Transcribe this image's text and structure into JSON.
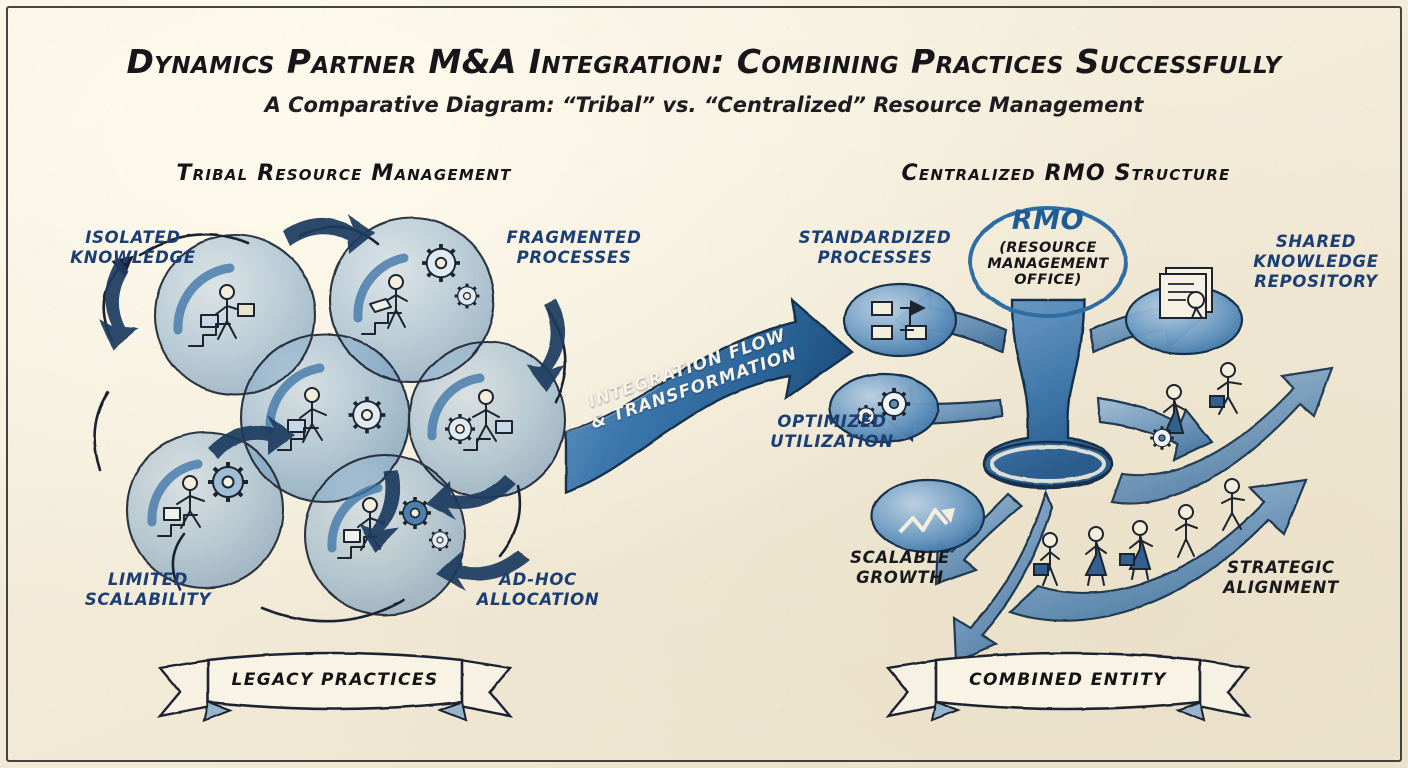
{
  "page": {
    "bg_color": "#f3ecdb",
    "ink_color": "#1b2430",
    "blue_accent": "#2a6aa5",
    "label_blue": "#1b3f74",
    "title": "Dynamics Partner M&A Integration: Combining Practices Successfully",
    "subtitle": "A Comparative Diagram: “Tribal” vs. “Centralized” Resource Management"
  },
  "left_panel": {
    "heading": "Tribal Resource Management",
    "labels": [
      {
        "id": "isolated-knowledge",
        "text": "ISOLATED\nKNOWLEDGE",
        "color": "#1b3f74"
      },
      {
        "id": "fragmented-processes",
        "text": "FRAGMENTED\nPROCESSES",
        "color": "#1b3f74"
      },
      {
        "id": "limited-scalability",
        "text": "LIMITED\nSCALABILITY",
        "color": "#1b3f74"
      },
      {
        "id": "ad-hoc-allocation",
        "text": "AD-HOC\nALLOCATION",
        "color": "#1b3f74"
      }
    ],
    "banner": "LEGACY PRACTICES",
    "silo_count": 6
  },
  "center": {
    "arrow_label": "INTEGRATION FLOW\n& TRANSFORMATION",
    "arrow_color": "#2f6ea6",
    "direction": "left-to-right"
  },
  "right_panel": {
    "heading": "Centralized RMO Structure",
    "hub_title": "RMO",
    "hub_subtitle": "(RESOURCE\nMANAGEMENT\nOFFICE)",
    "labels": [
      {
        "id": "standardized-processes",
        "text": "STANDARDIZED\nPROCESSES",
        "color": "#1b3f74"
      },
      {
        "id": "shared-knowledge",
        "text": "SHARED\nKNOWLEDGE\nREPOSITORY",
        "color": "#1b3f74"
      },
      {
        "id": "optimized-utilization",
        "text": "OPTIMIZED\nUTILIZATION",
        "color": "#1b3f74"
      },
      {
        "id": "scalable-growth",
        "text": "SCALABLE\nGROWTH",
        "color": "#1a1a1c"
      },
      {
        "id": "strategic-alignment",
        "text": "STRATEGIC\nALIGNMENT",
        "color": "#1a1a1c"
      }
    ],
    "banner": "COMBINED ENTITY",
    "node_icons": [
      "flowchart-icon",
      "gears-icon",
      "growth-chart-icon",
      "documents-icon"
    ]
  }
}
